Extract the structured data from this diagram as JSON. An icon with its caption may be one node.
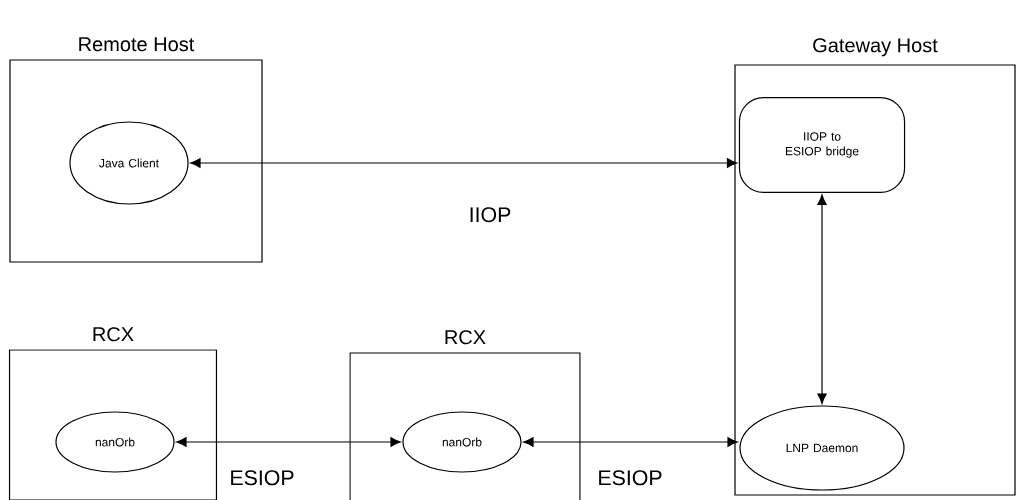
{
  "diagram": {
    "nodes": [
      {
        "text": [
          "Remote Host"
        ]
      },
      {
        "text": [
          "Java Client"
        ],
        "in": 0
      },
      {
        "text": [
          "Gateway Host"
        ]
      },
      {
        "text": [
          "IIOP to ESIOP bridge"
        ],
        "in": 2
      },
      {
        "text": [
          "LNP Daemon"
        ],
        "in": 2
      },
      {
        "text": [
          "RCX"
        ]
      },
      {
        "text": [
          "nanOrb"
        ],
        "in": 5
      },
      {
        "text": [
          "RCX"
        ]
      },
      {
        "text": [
          "nanOrb"
        ],
        "in": 7
      }
    ],
    "edges": [
      {
        "from": 1,
        "to": 3,
        "arrow": "both",
        "label": "IIOP"
      },
      {
        "from": 3,
        "to": 4,
        "arrow": "both"
      },
      {
        "from": 6,
        "to": 8,
        "arrow": "both",
        "label": "ESIOP"
      },
      {
        "from": 8,
        "to": 4,
        "arrow": "both",
        "label": "ESIOP"
      }
    ]
  }
}
